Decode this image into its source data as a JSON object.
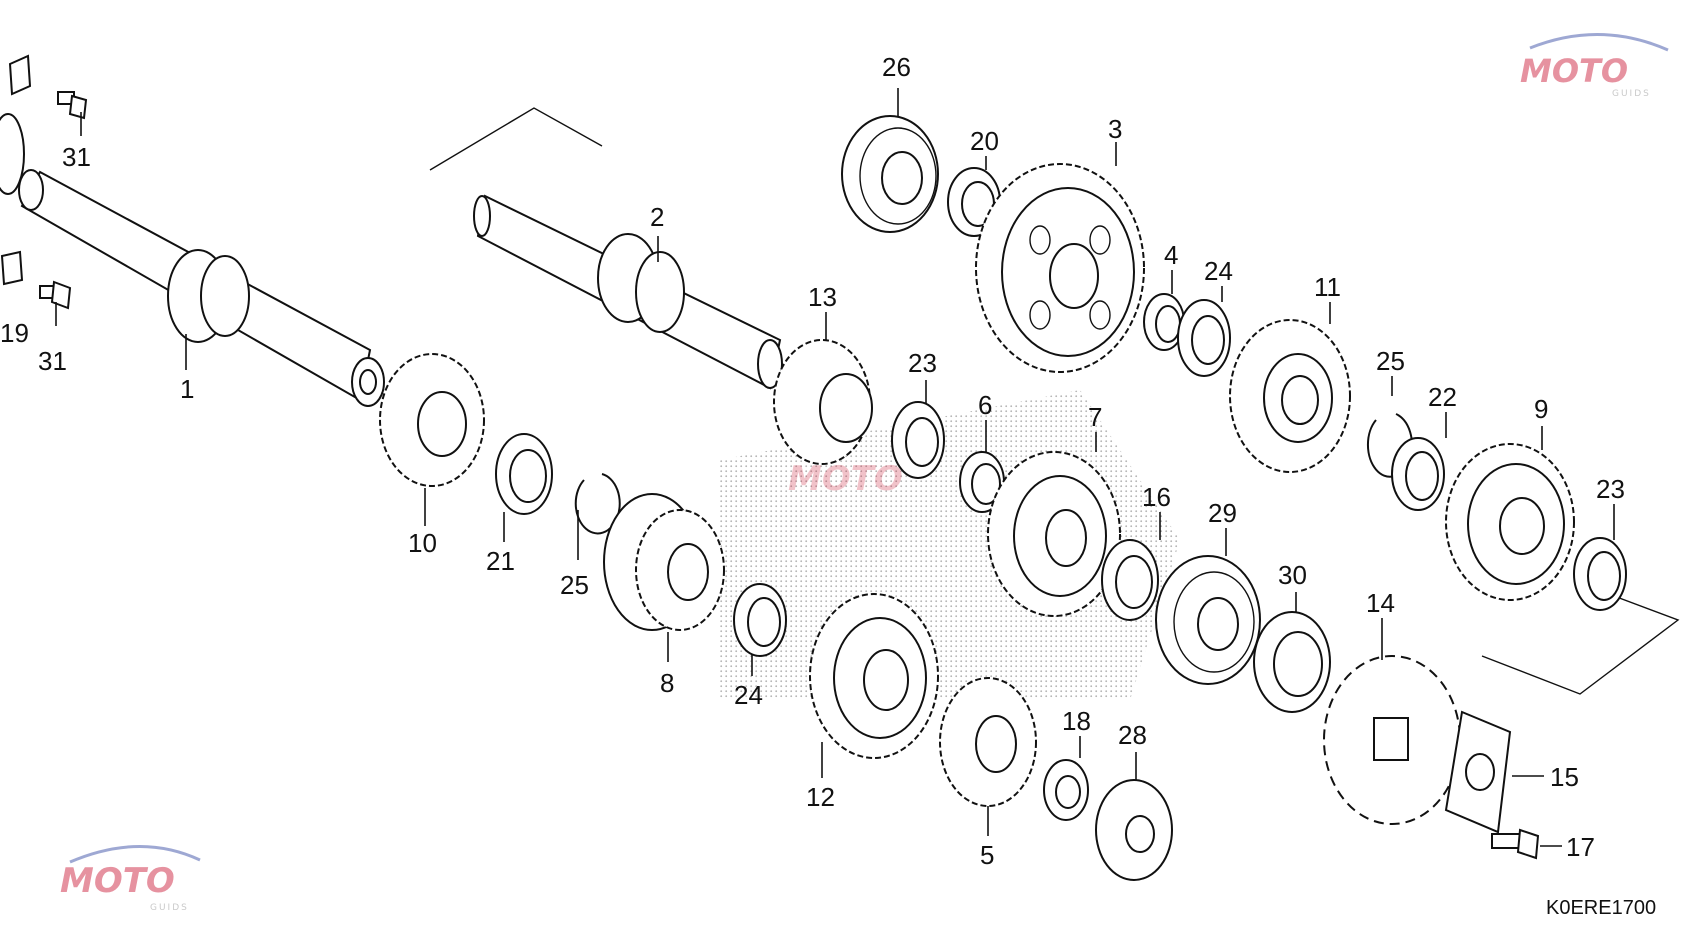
{
  "diagram": {
    "part_numbers": [
      "1",
      "2",
      "3",
      "4",
      "5",
      "6",
      "7",
      "8",
      "9",
      "10",
      "11",
      "12",
      "13",
      "14",
      "15",
      "16",
      "17",
      "18",
      "19",
      "20",
      "21",
      "22",
      "23",
      "24",
      "25",
      "26",
      "28",
      "29",
      "30",
      "31"
    ],
    "labels": {
      "p1": "1",
      "p2": "2",
      "p3": "3",
      "p4": "4",
      "p5": "5",
      "p6": "6",
      "p7": "7",
      "p8": "8",
      "p9": "9",
      "p10": "10",
      "p11": "11",
      "p12": "12",
      "p13": "13",
      "p14": "14",
      "p15": "15",
      "p16": "16",
      "p17": "17",
      "p18": "18",
      "p19": "19",
      "p20": "20",
      "p21": "21",
      "p22": "22",
      "p23a": "23",
      "p23b": "23",
      "p24a": "24",
      "p24b": "24",
      "p25a": "25",
      "p25b": "25",
      "p26": "26",
      "p28": "28",
      "p29": "29",
      "p30": "30",
      "p31a": "31",
      "p31b": "31"
    },
    "diagram_code": "K0ERE1700",
    "watermark": {
      "text": "MOTO",
      "subtext": "Guids",
      "accent_color": "#c8102e",
      "arc_color": "#2a3f9f"
    }
  }
}
